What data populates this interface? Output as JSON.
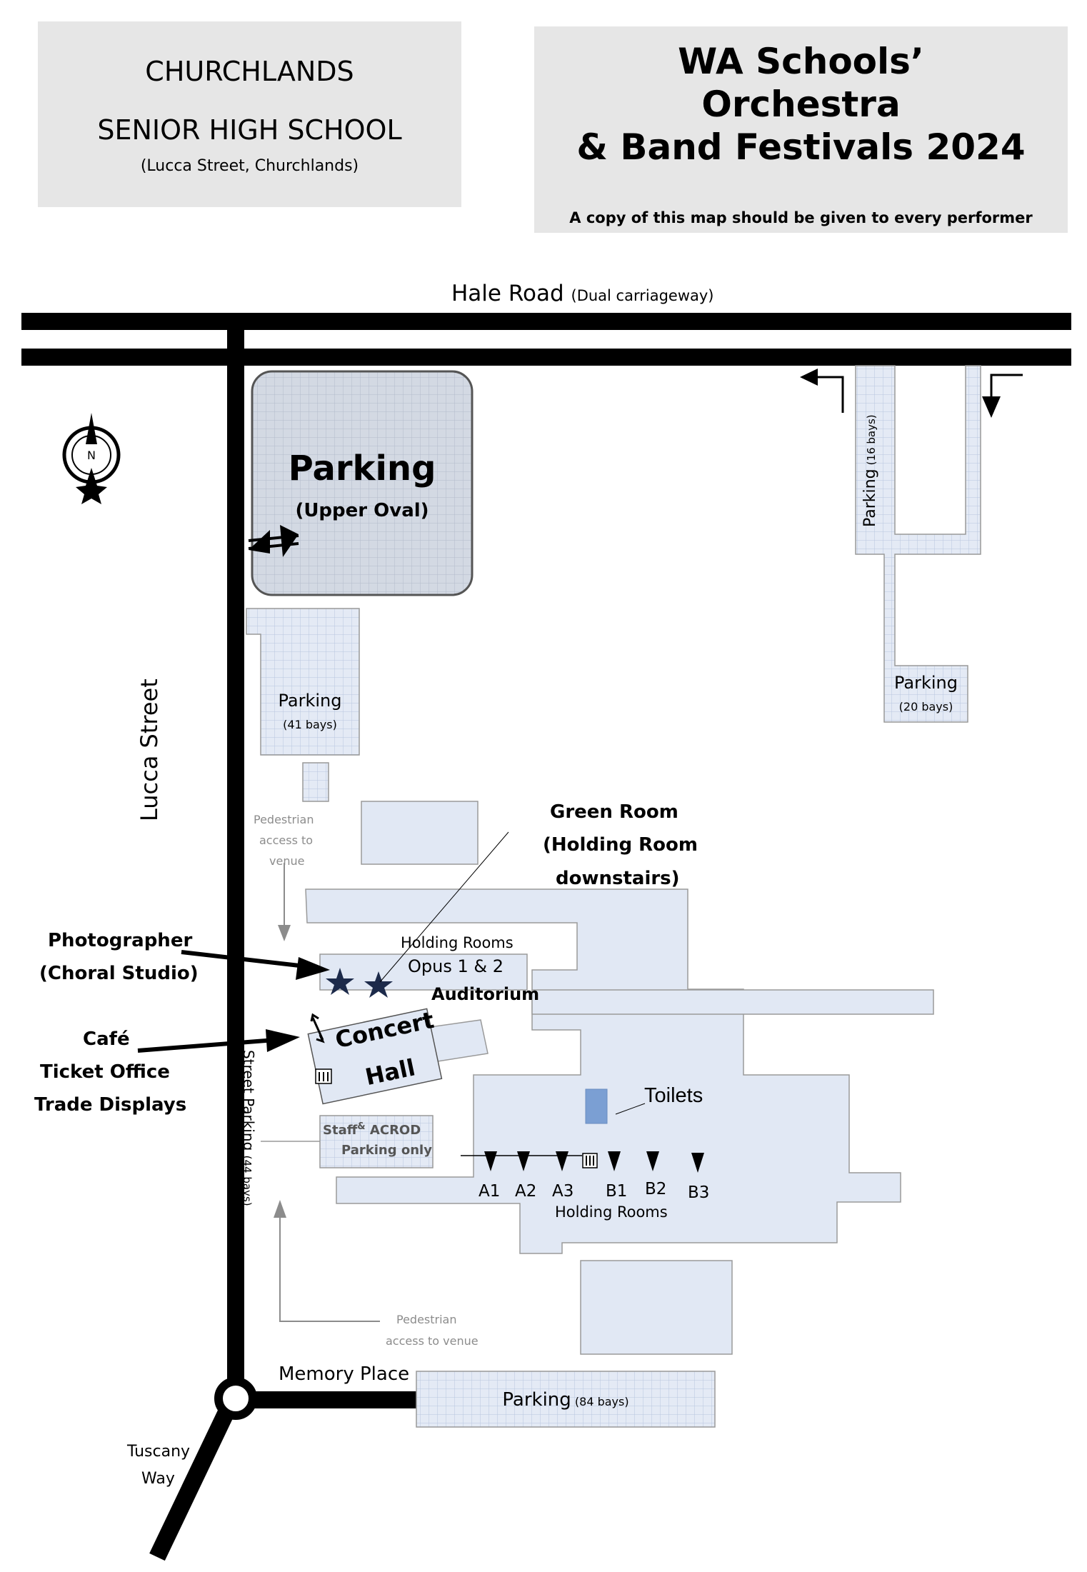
{
  "header_left": {
    "line1": "CHURCHLANDS",
    "line2": "SENIOR HIGH SCHOOL",
    "line3": "(Lucca Street, Churchlands)"
  },
  "header_right": {
    "title_lines": [
      "WA Schools’",
      "Orchestra",
      "& Band Festivals 2024"
    ],
    "note": "A copy of this map should be given to every performer"
  },
  "roads": {
    "hale_road": "Hale Road",
    "hale_road_note": "(Dual carriageway)",
    "lucca_street": "Lucca Street",
    "memory_place": "Memory Place",
    "tuscany_way_1": "Tuscany",
    "tuscany_way_2": "Way",
    "street_parking": "Street Parking",
    "street_parking_bays": "(44 bays)"
  },
  "compass": {
    "letter": "N"
  },
  "parking": {
    "upper_oval_title": "Parking",
    "upper_oval_sub": "(Upper Oval)",
    "p41_title": "Parking",
    "p41_bays": "(41 bays)",
    "p16_title": "Parking",
    "p16_bays": "(16 bays)",
    "p20_title": "Parking",
    "p20_bays": "(20 bays)",
    "p84_title": "Parking",
    "p84_bays": "(84 bays)",
    "staff_1": "Staff",
    "staff_amp": "&",
    "staff_2": "ACROD",
    "staff_3": "Parking",
    "staff_4": "only"
  },
  "pedestrian": {
    "top_1": "Pedestrian",
    "top_2": "access to",
    "top_3": "venue",
    "bottom_1": "Pedestrian",
    "bottom_2": "access to venue"
  },
  "venue": {
    "green_room_1": "Green Room",
    "green_room_2": "(Holding Room",
    "green_room_3": "downstairs)",
    "photographer_1": "Photographer",
    "photographer_2": "(Choral Studio)",
    "cafe_1": "Café",
    "cafe_2": "Ticket Office",
    "cafe_3": "Trade Displays",
    "holding_rooms_top": "Holding Rooms",
    "opus": "Opus 1 & 2",
    "auditorium": "Auditorium",
    "concert_1": "Concert",
    "concert_2": "Hall",
    "toilets": "Toilets",
    "rooms": [
      "A1",
      "A2",
      "A3",
      "B1",
      "B2",
      "B3"
    ],
    "holding_rooms_bottom": "Holding Rooms"
  },
  "colors": {
    "building": "#e1e8f4",
    "building_stroke": "#9a9a9a",
    "parking_fill": "#dde5f2",
    "toilet": "#7b9fd3",
    "header_box": "#e6e6e6",
    "pedestrian": "#8c8c8c"
  }
}
